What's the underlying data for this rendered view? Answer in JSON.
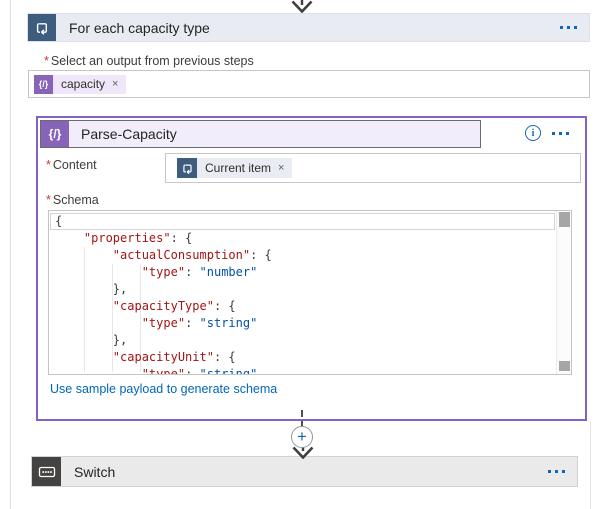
{
  "colors": {
    "accent_purple": "#8661c5",
    "token_purple": "#8764b8",
    "loop_slate": "#3e5c7e",
    "switch_dark": "#454341",
    "action_blue": "#1267b5",
    "link_blue": "#0067b8",
    "required_red": "#d13438",
    "code_key": "#a31515",
    "code_value": "#0451a5",
    "foreach_header_bg": "#e8ecf2",
    "parse_header_bg": "#f2edfb",
    "switch_bg": "#eaeaea",
    "token_pill_purple_bg": "#efe7f9",
    "token_pill_gray_bg": "#e9edf3"
  },
  "icons": {
    "loop": "apply-to-each-loop",
    "parse_json": "{/}",
    "close": "×",
    "info": "i",
    "plus": "+",
    "more": "ellipsis-dots",
    "switch": "switch-keypad",
    "arrow": "down-arrow"
  },
  "labels": {
    "required_marker": "*"
  },
  "foreach": {
    "title": "For each capacity type",
    "output_label": "Select an output from previous steps",
    "token": "capacity"
  },
  "parse": {
    "title": "Parse-Capacity",
    "content_label": "Content",
    "content_token": "Current item",
    "schema_label": "Schema",
    "schema_link": "Use sample payload to generate schema",
    "schema_lines": [
      [
        {
          "t": "{",
          "y": "p"
        }
      ],
      [
        {
          "t": "    ",
          "y": "p"
        },
        {
          "t": "\"properties\"",
          "y": "k"
        },
        {
          "t": ": {",
          "y": "p"
        }
      ],
      [
        {
          "t": "        ",
          "y": "p"
        },
        {
          "t": "\"actualConsumption\"",
          "y": "k"
        },
        {
          "t": ": {",
          "y": "p"
        }
      ],
      [
        {
          "t": "            ",
          "y": "p"
        },
        {
          "t": "\"type\"",
          "y": "k"
        },
        {
          "t": ": ",
          "y": "p"
        },
        {
          "t": "\"number\"",
          "y": "v"
        }
      ],
      [
        {
          "t": "        },",
          "y": "p"
        }
      ],
      [
        {
          "t": "        ",
          "y": "p"
        },
        {
          "t": "\"capacityType\"",
          "y": "k"
        },
        {
          "t": ": {",
          "y": "p"
        }
      ],
      [
        {
          "t": "            ",
          "y": "p"
        },
        {
          "t": "\"type\"",
          "y": "k"
        },
        {
          "t": ": ",
          "y": "p"
        },
        {
          "t": "\"string\"",
          "y": "v"
        }
      ],
      [
        {
          "t": "        },",
          "y": "p"
        }
      ],
      [
        {
          "t": "        ",
          "y": "p"
        },
        {
          "t": "\"capacityUnit\"",
          "y": "k"
        },
        {
          "t": ": {",
          "y": "p"
        }
      ],
      [
        {
          "t": "            ",
          "y": "p"
        },
        {
          "t": "\"type\"",
          "y": "k"
        },
        {
          "t": ": ",
          "y": "p"
        },
        {
          "t": "\"string\"",
          "y": "v"
        }
      ]
    ]
  },
  "switch": {
    "title": "Switch"
  }
}
